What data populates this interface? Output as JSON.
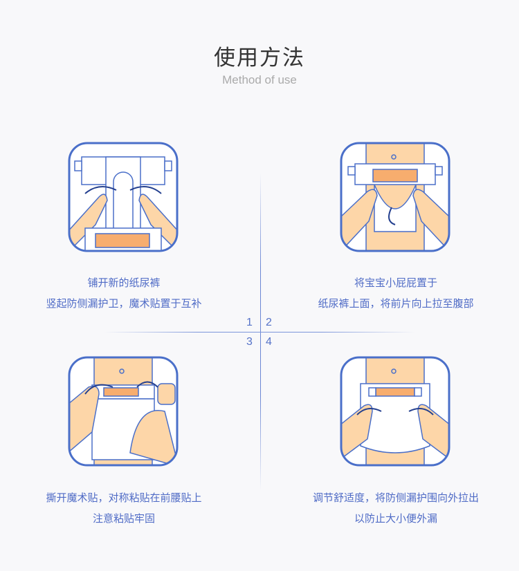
{
  "header": {
    "title": "使用方法",
    "subtitle": "Method of use"
  },
  "steps": [
    {
      "number": "1",
      "lines": [
        "铺开新的纸尿裤",
        "竖起防侧漏护卫，魔术贴置于互补"
      ]
    },
    {
      "number": "2",
      "lines": [
        "将宝宝小屁屁置于",
        "纸尿裤上面，将前片向上拉至腹部"
      ]
    },
    {
      "number": "3",
      "lines": [
        "撕开魔术贴，对称粘贴在前腰贴上",
        "注意粘贴牢固"
      ]
    },
    {
      "number": "4",
      "lines": [
        "调节舒适度，将防侧漏护围向外拉出",
        "以防止大小便外漏"
      ]
    }
  ],
  "colors": {
    "accent": "#4a6fc9",
    "skin": "#fdd6a8",
    "tape": "#f7ad6e",
    "background": "#f8f8fa"
  }
}
